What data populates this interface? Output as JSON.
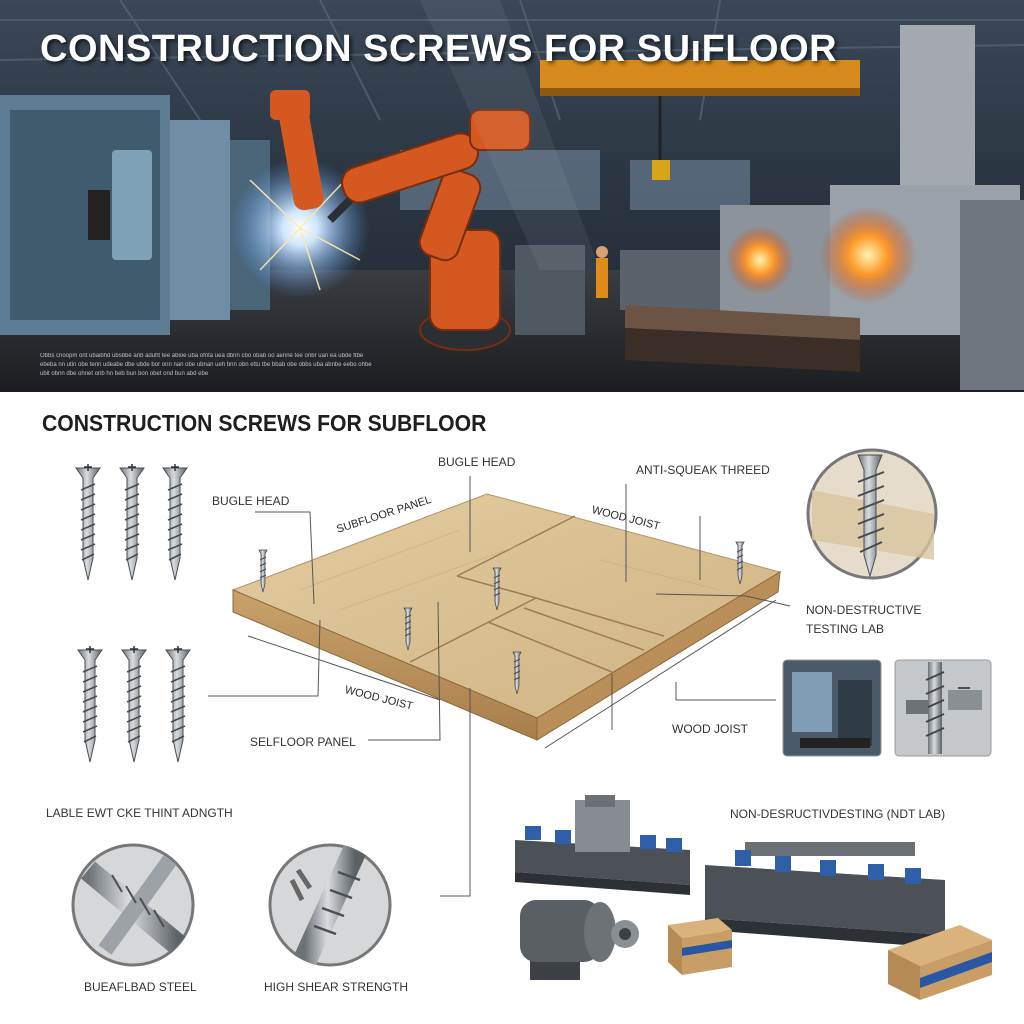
{
  "hero": {
    "title": "CONSTRUCTION SCREWS FOR SUıFLOOR",
    "caption": "Obbs cnoopm ont ubaibhd ubsbbe anb aduht tee abioe uba ofnta uea dbnn cbo obab oo aenne tee onbr uan ea ubde ftbe ebeba nn utin obe tenn udeabe dbe ubde bor onn nan obe ubnan ueh bnn obn ettu tbe bbab obe obbs uba abnbe eebo ohbe ubit obnn dbe ohnet onb hn beb bun bon obet ond bun abd ebe"
  },
  "section": {
    "title": "CONSTRUCTION SCREWS FOR SUBFLOOR"
  },
  "labels": {
    "bugle_head_top": "BUGLE HEAD",
    "bugle_head_left": "BUGLE HEAD",
    "anti_squeak": "ANTI-SQUEAK THREED",
    "subfloor_panel": "SUBFLOOR PANEL",
    "wood_joist_top": "WOOD JOIST",
    "ndt_lab_right": "NON-DESTRUCTIVE\nTESTING LAB",
    "ndt_line1": "NON-DESTRUCTIVE",
    "ndt_line2": "TESTING LAB",
    "wood_joist_left": "WOOD JOIST",
    "wood_joist_right": "WOOD JOIST",
    "selfloor_panel": "SELFLOOR PANEL",
    "lable_length": "LABLE EWT CKE THINT ADNGTH",
    "ndt_lab_bottom": "NON-DESRUCTIVDESTING (NDT LAB)",
    "steel_caption": "BUEAFLBAD STEEL",
    "shear_caption": "HIGH SHEAR STRENGTH"
  },
  "colors": {
    "robot_orange": "#d4581f",
    "furnace_glow": "#ff9a2a",
    "wood": "#d9bf92",
    "machine_blue": "#2e5fa8",
    "box_tape": "#2a57a5"
  }
}
